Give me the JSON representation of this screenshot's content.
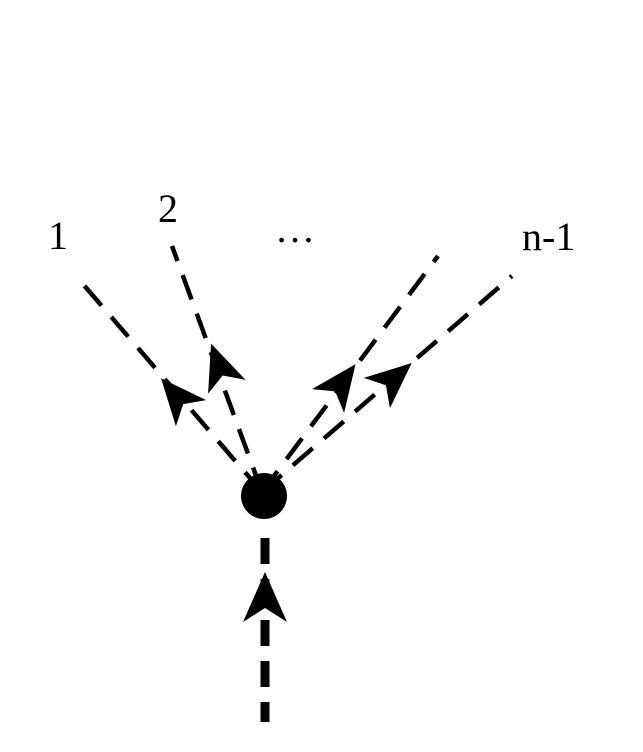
{
  "diagram": {
    "labels": {
      "branch_1": "1",
      "branch_2": "2",
      "ellipsis": "…",
      "branch_last": "n-1"
    },
    "colors": {
      "ink": "#000000",
      "background": "#ffffff"
    }
  }
}
